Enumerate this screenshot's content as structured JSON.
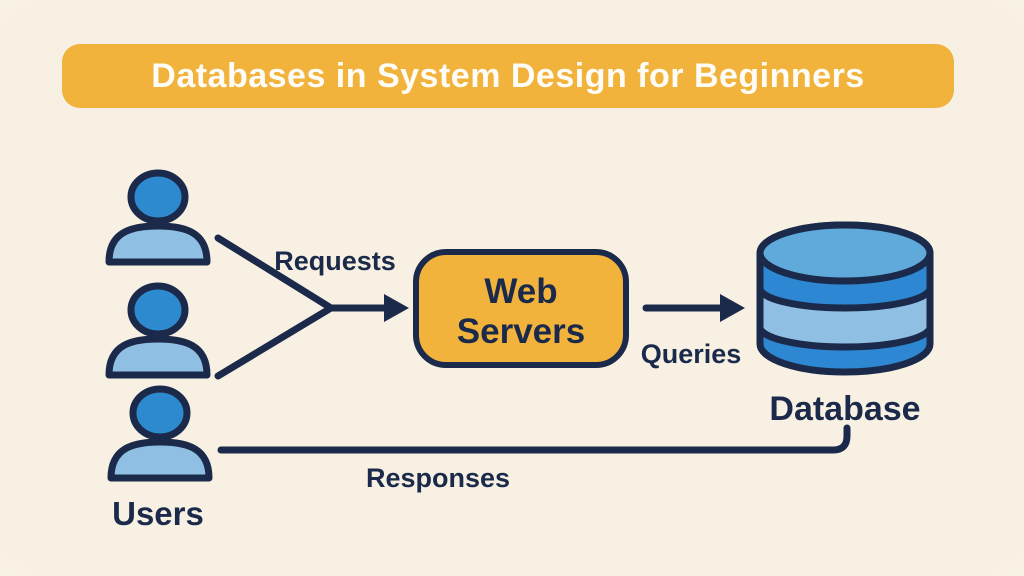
{
  "title": {
    "text": "Databases in System Design for Beginners"
  },
  "colors": {
    "background": "#f8f1e3",
    "accent_orange": "#f2b33d",
    "navy_outline": "#1b2a4a",
    "title_text": "#fdfcf6",
    "user_head_blue": "#2e8ace",
    "user_body_blue": "#8fc0e4",
    "db_top_blue": "#5fa9db",
    "db_band_medium_blue": "#2d87d2",
    "db_band_light_blue": "#8fbfe3"
  },
  "nodes": {
    "users": {
      "label": "Users",
      "icon": "person-icon",
      "icon_count": 3
    },
    "web_servers": {
      "label": "Web Servers",
      "line1": "Web",
      "line2": "Servers",
      "shape": "rounded-rect"
    },
    "database": {
      "label": "Database",
      "icon": "database-cylinder-icon"
    }
  },
  "edges": {
    "requests": {
      "label": "Requests",
      "from": "Users",
      "to": "Web Servers"
    },
    "queries": {
      "label": "Queries",
      "from": "Web Servers",
      "to": "Database"
    },
    "responses": {
      "label": "Responses",
      "from": "Database",
      "to": "Users"
    }
  }
}
